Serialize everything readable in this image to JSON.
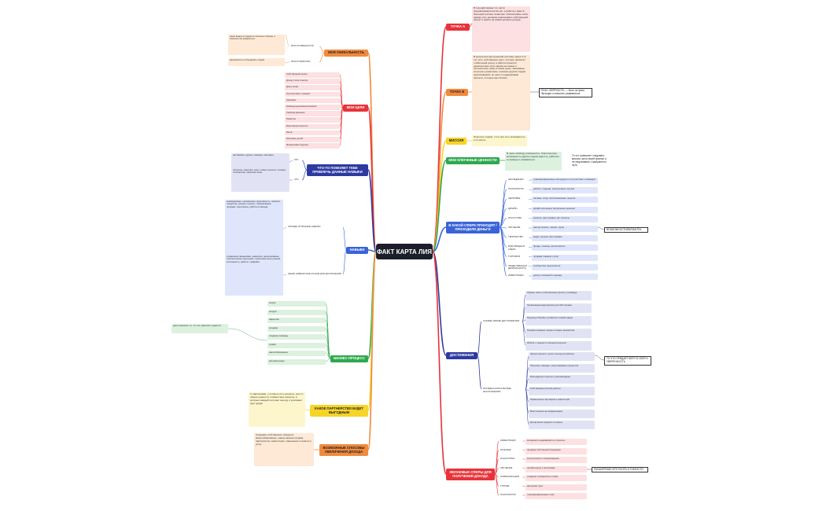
{
  "map": {
    "central": "ФАКТ КАРТА ЛИЯ",
    "colors": {
      "red": "#e8323a",
      "orange": "#f08a3c",
      "yellow": "#f6d428",
      "green": "#2ea84e",
      "blue": "#3a63d8",
      "navy": "#2e3aa0",
      "teal": "#26a69a",
      "pink": "#e2427a",
      "leaf_red": "#fde0e1",
      "leaf_orange": "#fde9d6",
      "leaf_yellow": "#fdf6cc",
      "leaf_green": "#dcf1de",
      "leaf_blue": "#dfe6fb",
      "leaf_navy": "#e1e3f5"
    },
    "right": {
      "tochka_a": {
        "label": "ТОЧКА А",
        "text": "В текущий момент по части предпринимательства нет, а работа у меня в большей степени позволяет обеспечивать себя, однако есть желание реализовать собственный проект и выйти на новый уровень дохода."
      },
      "tochka_b": {
        "label": "ТОЧКА Б",
        "text": "В результате выстроенной системы через 3–5 лет есть собственное дело, которое приносит стабильный доход, а работа приносит удовольствие. Есть время на семью и путешествия, живу в своём доме, занимаюсь спортом и развитием, помогаю другим людям реализовывать их цели и поддерживаю проекты, которые мне близки.",
        "note": "ПЛАС ОБЯРНОСТЬ — быть на фоне Франции и помогать развиваться"
      },
      "missiya": {
        "label": "МИССИЯ",
        "text": "Помогать людям, что в них есть возможность и их мечта."
      },
      "cennosti": {
        "label": "МОИ КЛЮЧЕВЫЕ ЦЕННОСТИ",
        "text": "Я ценю свободу, искренность, благополучие, возможность дарить людям радость, работать в команде и развиваться.",
        "note": "То что позволяет следовать миссии, жить своей жизнью и не сворачивать с выбранного пути"
      },
      "sfery": {
        "label": "В КАКОЙ СФЕРЕ ПРИХОДЯТ / ПРИХОДИЛИ ДЕНЬГИ",
        "items": [
          {
            "k": "ЭКСПЕДИЦИИ",
            "v": "трансформационные экспедиции и путешествия с командой"
          },
          {
            "k": "ПСИХОЛОГИЯ",
            "v": "работа с людьми, консультации, коучинг"
          },
          {
            "k": "ЗДОРОВЬЕ",
            "v": "питание, спорт, восстановление, энергия"
          },
          {
            "k": "ДИЗАЙН",
            "v": "дизайн интерьера, визуальные решения"
          },
          {
            "k": "ИСКУССТВО",
            "v": "картины, фотографии, арт-проекты"
          },
          {
            "k": "ОБУЧЕНИЕ",
            "v": "мастер-классы, лекции, курсы"
          },
          {
            "k": "ТВОРЧЕСТВО",
            "v": "видео, музыка, фотография"
          },
          {
            "k": "БЛАГОВОДНАЯ СФЕРА",
            "v": "фонды, помощь, волонтёрство"
          },
          {
            "k": "ТОРГОВЛЯ",
            "v": "продажа товаров и услуг"
          },
          {
            "k": "ОБЩЕСТВЕННАЯ ДЕЯТЕЛЬНОСТЬ",
            "v": "сообщества, мероприятия"
          },
          {
            "k": "ИНВЕСТИЦИИ",
            "v": "доход с вложений и аренды"
          }
        ],
        "note": "ВОЗМОЖНОСТИ/ВАРИАНТЫ"
      },
      "dostizheniya": {
        "label": "ДОСТИЖЕНИЯ",
        "group1": "САМЫЕ ЯРКИЕ ДОСТИЖЕНИЯ",
        "g1_items": [
          "Первые шаги к собственному проекту и команде",
          "Организация мероприятия для 100 человек",
          "Переезд в Москву и развитие в новой сфере",
          "Поездки в разные страны и новые знакомства",
          "Работа с людьми и сильный результат"
        ],
        "group2": "ПРОФЕССИОНАЛЬНЫЕ ДОСТИЖЕНИЯ",
        "g2_items": [
          "Запуск проекта с нуля и выход на прибыль",
          "Обучение команды и выстраивание процессов",
          "Благодарные клиенты и рекомендации",
          "Собственная система работы",
          "Привлечение партнёров и инвестиций",
          "Выступления на конференциях",
          "Доход выше среднего по рынку"
        ],
        "note": "ТО ЧТО ПРИДАЁТ ВЕРУ В СЕБЯ И УВЕРЕННОСТЬ"
      },
      "zhelaemye": {
        "label": "ЖЕЛАЕМЫЕ СФЕРЫ ДЛЯ ПОЛУЧЕНИЯ ДОХОДА",
        "items": [
          {
            "k": "ИНВЕСТИЦИИ",
            "v": "вложения в недвижимость и проекты"
          },
          {
            "k": "РОЗНИЦА",
            "v": "продажа собственной продукции"
          },
          {
            "k": "КОНСАЛТИНГ",
            "v": "консультации и сопровождение"
          },
          {
            "k": "ОБУЧЕНИЕ",
            "v": "онлайн-курсы и программы"
          },
          {
            "k": "КОММУНИКАЦИИ",
            "v": "создание сообщества и клуба"
          },
          {
            "k": "ТУРИЗМ",
            "v": "авторские туры"
          },
          {
            "k": "ПСИХОЛОГИЯ",
            "v": "трансформационные игры"
          }
        ],
        "note": "РАСШИРЕНИЕ КРУГОЗОРА И ГИБКОСТИ"
      }
    },
    "left": {
      "unikalnost": {
        "label": "МОЯ УНИКАЛЬНОСТЬ",
        "items": [
          {
            "k": "МОЯ ОСОБЕННОСТЬ",
            "v": "умею видеть в людях их сильные стороны и помогать им раскрыться"
          },
          {
            "k": "МОЯ СУПЕРСИЛА",
            "v": "вдохновлять и объединять людей"
          }
        ]
      },
      "celi": {
        "label": "МОИ ЦЕЛИ",
        "items": [
          "Собственный проект",
          "Доход 1 млн в месяц",
          "Дом у моря",
          "Путешествия с семьёй",
          "Здоровье",
          "Команда единомышленников",
          "Свобода времени",
          "Развитие",
          "Благотворительность",
          "Книга",
          "Обучение детей",
          "Финансовая подушка"
        ]
      },
      "privlech": {
        "label": "ЧТО-ТО ПОМОЖЕТ ТЕБЕ ПРИВЛЕЧЬ ДАННЫЕ НАВЫКИ",
        "items": [
          {
            "k": "КТО",
            "v": "наставники, друзья, команда, партнёры"
          },
          {
            "k": "ЧТО",
            "v": "обучение, практика, книги, новые проекты, поездки, сообщества, обратная связь"
          }
        ]
      },
      "navyki": {
        "label": "НАВЫКИ",
        "items": [
          {
            "k": "ЛИЧНЫЕ ОТЛИЧНЫЕ НАВЫКИ",
            "v": "коммуникация, организация, креативность, эмпатия, лидерство, умение слушать, планирование, продажи, переговоры, работа в команде"
          },
          {
            "k": "КАКИЕ НАВЫКИ МНЕ НУЖНЫ ДЛЯ ДОСТИЖЕНИЯ",
            "v": "управление финансами, маркетинг, делегирование, стратегическое мышление, публичные выступления, системность, работа с цифрами"
          }
        ]
      },
      "biznes": {
        "label": "БИЗНЕС-ПРОЦЕСС",
        "items": [
          "запуск",
          "продукт",
          "маркетинг",
          "продажи",
          "создание команды",
          "сервис",
          "масштабирование",
          "автоматизация"
        ],
        "note": "делегировать то, что не приносит радости"
      },
      "partnerstvo": {
        "label": "КАКОЕ ПАРТНЕРСТВО БУДЕТ ВЫГОДНЫМ",
        "text": "С партнёрами, у которых есть ресурсы, опыт и общие ценности. Совместные проекты, в которых каждый получает выгоду и усиливает друг друga."
      },
      "sposoby": {
        "label": "ВОЗМОЖНЫЕ СПОСОБЫ УВЕЛИЧЕНИЯ ДОХОДА",
        "text": "Создание собственного продукта, масштабирование, новые каналы продаж, партнёрства, инвестиции, повышение стоимости услуг."
      }
    }
  }
}
